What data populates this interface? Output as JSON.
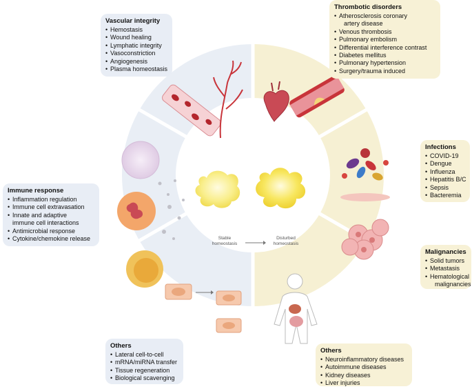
{
  "colors": {
    "blue_sector": "#e9eef5",
    "yellow_sector": "#f6f0d3",
    "center": "#ffffff",
    "cell_yellow": "#f7e96a",
    "vessel_red": "#c8343a"
  },
  "vascular": {
    "title": "Vascular integrity",
    "items": [
      "Hemostasis",
      "Wound healing",
      "Lymphatic integrity",
      "Vasoconstriction",
      "Angiogenesis",
      "Plasma homeostasis"
    ]
  },
  "thrombotic": {
    "title": "Thrombotic disorders",
    "items": [
      "Atherosclerosis coronary",
      "artery disease",
      "Venous thrombosis",
      "Pulmonary embolism",
      "Differential interference contrast",
      "Diabetes mellitus",
      "Pulmonary hypertension",
      "Surgery/trauma induced"
    ]
  },
  "infections": {
    "title": "Infections",
    "items": [
      "COVID-19",
      "Dengue",
      "Influenza",
      "Hepatitis B/C",
      "Sepsis",
      "Bacteremia"
    ]
  },
  "malignancies": {
    "title": "Malignancies",
    "items": [
      "Solid tumors",
      "Metastasis",
      "Hematological",
      "malignancies"
    ]
  },
  "immune": {
    "title": "Immune response",
    "items": [
      "Inflammation regulation",
      "Immune cell extravasation",
      "Innate and adaptive",
      "immune cell interactions",
      "Antimicrobial response",
      "Cytokine/chemokine release"
    ]
  },
  "others_left": {
    "title": "Others",
    "items": [
      "Lateral cell-to-cell",
      "mRNA/miRNA transfer",
      "Tissue regeneration",
      "Biological scavenging"
    ]
  },
  "others_right": {
    "title": "Others",
    "items": [
      "Neuroinflammatory diseases",
      "Autoimmune diseases",
      "Kidney diseases",
      "Liver injuries"
    ]
  },
  "center": {
    "stable": "Stable\nhomeostasis",
    "disturbed": "Disturbed\nhomeostasis"
  }
}
